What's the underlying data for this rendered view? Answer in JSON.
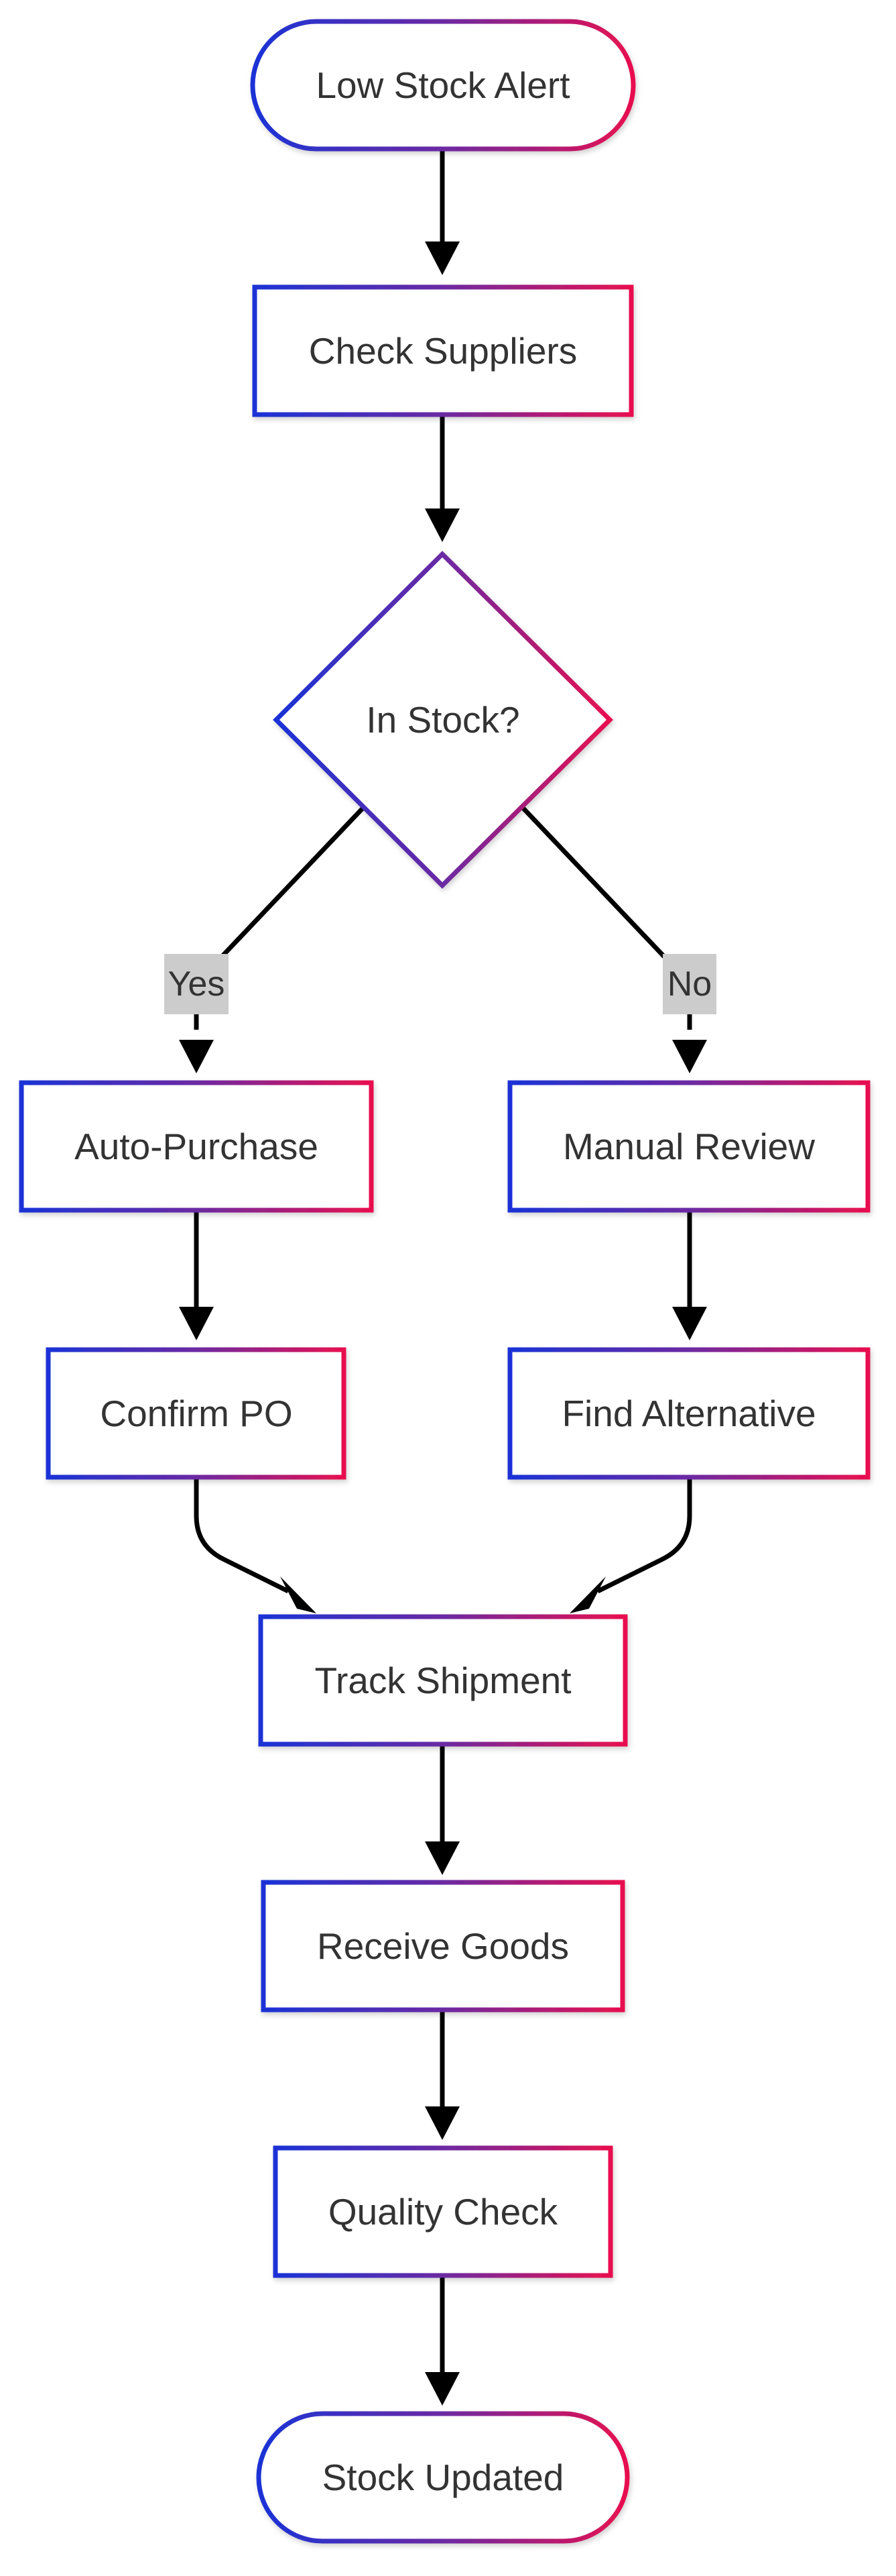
{
  "diagram": {
    "type": "flowchart",
    "colors": {
      "node_gradient_start": "#1a33d6",
      "node_gradient_mid": "#6b2aa3",
      "node_gradient_end": "#e8104f",
      "edge": "#000000",
      "edge_label_bg": "#cccccc",
      "text": "#333333",
      "background": "#ffffff"
    },
    "nodes": {
      "low_stock_alert": "Low Stock Alert",
      "check_suppliers": "Check Suppliers",
      "in_stock": "In Stock?",
      "auto_purchase": "Auto-Purchase",
      "manual_review": "Manual Review",
      "confirm_po": "Confirm PO",
      "find_alternative": "Find Alternative",
      "track_shipment": "Track Shipment",
      "receive_goods": "Receive Goods",
      "quality_check": "Quality Check",
      "stock_updated": "Stock Updated"
    },
    "edge_labels": {
      "yes": "Yes",
      "no": "No"
    },
    "edges": [
      {
        "from": "Low Stock Alert",
        "to": "Check Suppliers"
      },
      {
        "from": "Check Suppliers",
        "to": "In Stock?"
      },
      {
        "from": "In Stock?",
        "to": "Auto-Purchase",
        "label": "Yes"
      },
      {
        "from": "In Stock?",
        "to": "Manual Review",
        "label": "No"
      },
      {
        "from": "Auto-Purchase",
        "to": "Confirm PO"
      },
      {
        "from": "Manual Review",
        "to": "Find Alternative"
      },
      {
        "from": "Confirm PO",
        "to": "Track Shipment"
      },
      {
        "from": "Find Alternative",
        "to": "Track Shipment"
      },
      {
        "from": "Track Shipment",
        "to": "Receive Goods"
      },
      {
        "from": "Receive Goods",
        "to": "Quality Check"
      },
      {
        "from": "Quality Check",
        "to": "Stock Updated"
      }
    ]
  }
}
